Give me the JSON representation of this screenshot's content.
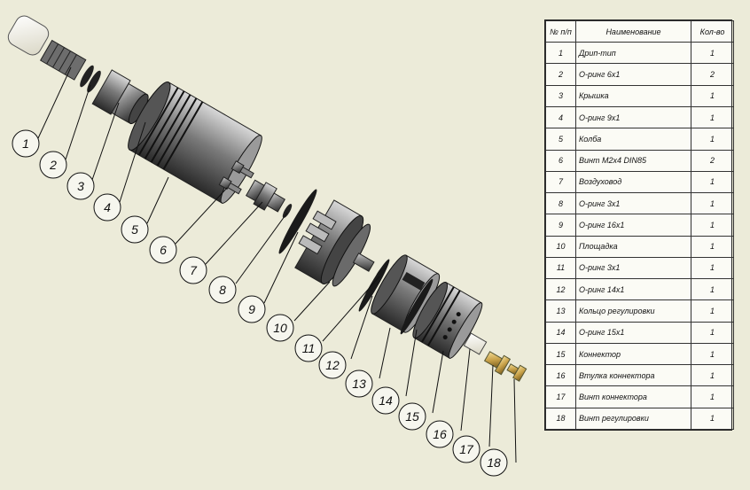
{
  "callouts": [
    "1",
    "2",
    "3",
    "4",
    "5",
    "6",
    "7",
    "8",
    "9",
    "10",
    "11",
    "12",
    "13",
    "14",
    "15",
    "16",
    "17",
    "18"
  ],
  "table": {
    "headers": [
      "№ п/п",
      "Наименование",
      "Кол-во"
    ],
    "rows": [
      {
        "num": "1",
        "name": "Дрип-тип",
        "qty": "1"
      },
      {
        "num": "2",
        "name": "О-ринг 6х1",
        "qty": "2"
      },
      {
        "num": "3",
        "name": "Крышка",
        "qty": "1"
      },
      {
        "num": "4",
        "name": "О-ринг 9х1",
        "qty": "1"
      },
      {
        "num": "5",
        "name": "Колба",
        "qty": "1"
      },
      {
        "num": "6",
        "name": "Винт М2х4 DIN85",
        "qty": "2"
      },
      {
        "num": "7",
        "name": "Воздуховод",
        "qty": "1"
      },
      {
        "num": "8",
        "name": "О-ринг 3х1",
        "qty": "1"
      },
      {
        "num": "9",
        "name": "О-ринг 16х1",
        "qty": "1"
      },
      {
        "num": "10",
        "name": "Площадка",
        "qty": "1"
      },
      {
        "num": "11",
        "name": "О-ринг 3х1",
        "qty": "1"
      },
      {
        "num": "12",
        "name": "О-ринг 14х1",
        "qty": "1"
      },
      {
        "num": "13",
        "name": "Кольцо регулировки",
        "qty": "1"
      },
      {
        "num": "14",
        "name": "О-ринг 15х1",
        "qty": "1"
      },
      {
        "num": "15",
        "name": "Коннектор",
        "qty": "1"
      },
      {
        "num": "16",
        "name": "Втулка коннектора",
        "qty": "1"
      },
      {
        "num": "17",
        "name": "Винт коннектора",
        "qty": "1"
      },
      {
        "num": "18",
        "name": "Винт регулировки",
        "qty": "1"
      }
    ]
  }
}
